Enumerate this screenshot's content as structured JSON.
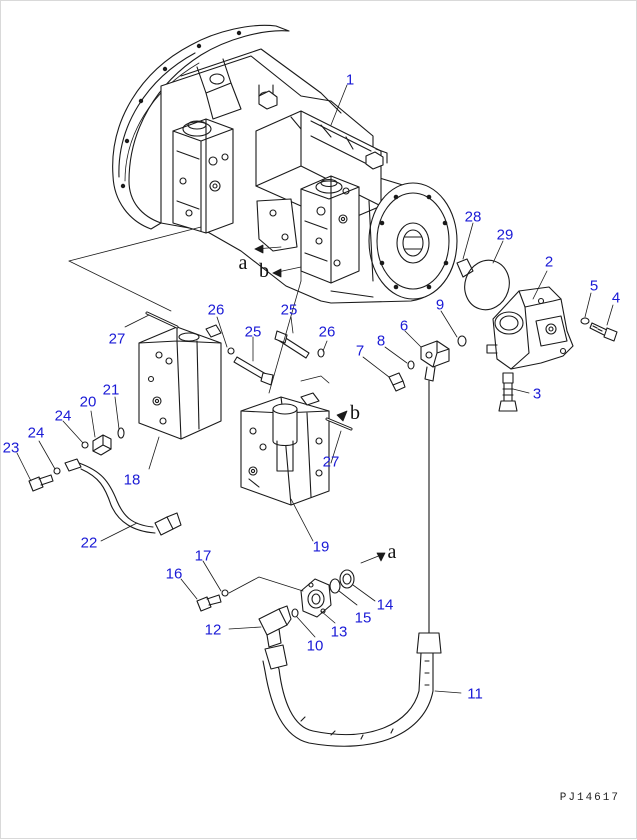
{
  "diagram": {
    "callouts": [
      {
        "id": "p1",
        "text": "1"
      },
      {
        "id": "p2",
        "text": "2"
      },
      {
        "id": "p3",
        "text": "3"
      },
      {
        "id": "p4",
        "text": "4"
      },
      {
        "id": "p5",
        "text": "5"
      },
      {
        "id": "p6",
        "text": "6"
      },
      {
        "id": "p7",
        "text": "7"
      },
      {
        "id": "p8",
        "text": "8"
      },
      {
        "id": "p9",
        "text": "9"
      },
      {
        "id": "p10",
        "text": "10"
      },
      {
        "id": "p11",
        "text": "11"
      },
      {
        "id": "p12",
        "text": "12"
      },
      {
        "id": "p13",
        "text": "13"
      },
      {
        "id": "p14",
        "text": "14"
      },
      {
        "id": "p15",
        "text": "15"
      },
      {
        "id": "p16",
        "text": "16"
      },
      {
        "id": "p17",
        "text": "17"
      },
      {
        "id": "p18",
        "text": "18"
      },
      {
        "id": "p19",
        "text": "19"
      },
      {
        "id": "p20",
        "text": "20"
      },
      {
        "id": "p21",
        "text": "21"
      },
      {
        "id": "p22",
        "text": "22"
      },
      {
        "id": "p23",
        "text": "23"
      },
      {
        "id": "p24a",
        "text": "24"
      },
      {
        "id": "p24b",
        "text": "24"
      },
      {
        "id": "p25a",
        "text": "25"
      },
      {
        "id": "p25b",
        "text": "25"
      },
      {
        "id": "p26a",
        "text": "26"
      },
      {
        "id": "p26b",
        "text": "26"
      },
      {
        "id": "p27a",
        "text": "27"
      },
      {
        "id": "p27b",
        "text": "27"
      },
      {
        "id": "p28",
        "text": "28"
      },
      {
        "id": "p29",
        "text": "29"
      }
    ],
    "connection_marks": [
      {
        "id": "a1",
        "text": "a"
      },
      {
        "id": "b1",
        "text": "b"
      },
      {
        "id": "b2",
        "text": "b"
      },
      {
        "id": "a2",
        "text": "a"
      }
    ],
    "drawing_code": "PJ14617",
    "colors": {
      "callout": "#1a1ad6",
      "line": "#1a1a1a"
    }
  }
}
